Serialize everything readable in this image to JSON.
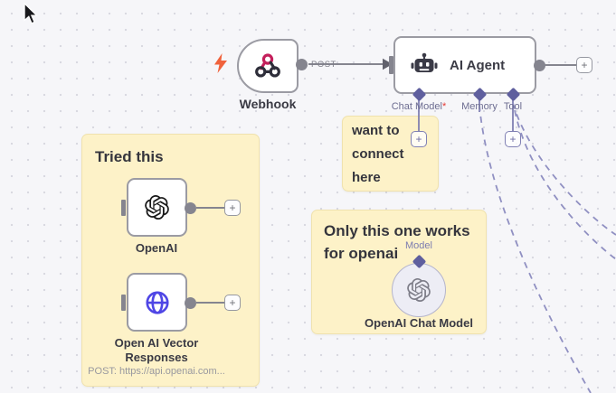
{
  "ui": {
    "plus": "+"
  },
  "colors": {
    "canvas_bg": "#f6f6f9",
    "grid_dot": "#d9d9e1",
    "node_border": "#9b9ba3",
    "connector_gray": "#85858f",
    "port_indigo": "#5f5f9e",
    "dashed_line": "#9090c2",
    "sticky_bg": "#fdf2c8",
    "sticky_text": "#35353d",
    "trigger_bolt": "#f0623c",
    "required_red": "#e53935",
    "vector_icon_color": "#4f46e5"
  },
  "webhook": {
    "label": "Webhook",
    "method": "POST",
    "icon": "webhook-icon"
  },
  "ai_agent": {
    "label": "AI Agent",
    "icon": "robot-icon",
    "ports": [
      {
        "label": "Chat Model",
        "required_mark": "*"
      },
      {
        "label": "Memory",
        "required_mark": ""
      },
      {
        "label": "Tool",
        "required_mark": ""
      }
    ]
  },
  "openai_node": {
    "label": "OpenAI",
    "icon": "openai-logo-icon"
  },
  "vector_node": {
    "label": "Open AI Vector Responses",
    "subtitle": "POST: https://api.openai.com...",
    "icon": "globe-icon"
  },
  "chat_model_node": {
    "label": "OpenAI Chat Model",
    "port_label": "Model",
    "icon": "openai-logo-icon"
  },
  "stickies": {
    "tried_this": {
      "title": "Tried this"
    },
    "want_to_connect": {
      "text": "want to connect here"
    },
    "only_one_works": {
      "title": "Only this one works for openai"
    }
  }
}
